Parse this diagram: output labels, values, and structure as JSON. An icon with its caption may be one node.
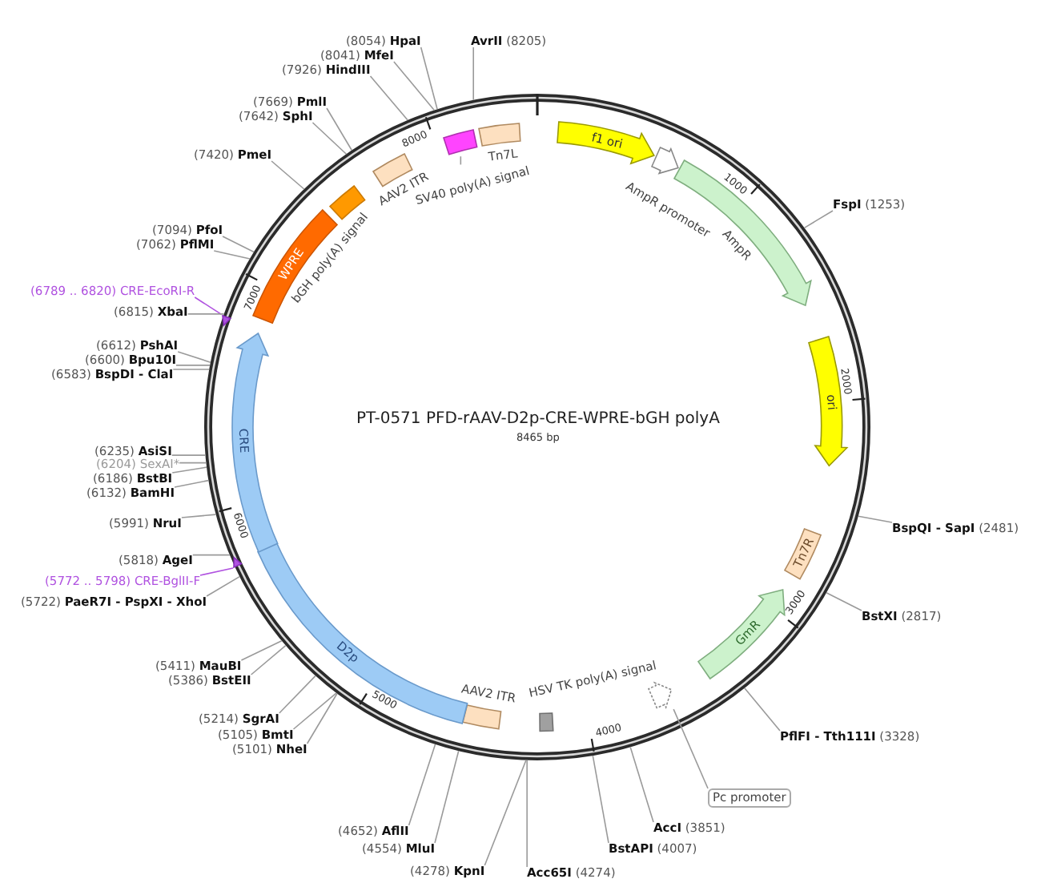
{
  "diagram": {
    "title": "PT-0571 PFD-rAAV-D2p-CRE-WPRE-bGH polyA",
    "nodes": [
      {
        "text": [],
        "shape": "circle"
      },
      {
        "text": [
          "f1 ori"
        ],
        "in": 0
      },
      {
        "text": [
          "AmpR promoter"
        ],
        "in": 0
      },
      {
        "text": [
          "AmpR"
        ],
        "in": 0
      },
      {
        "text": [
          "ori"
        ],
        "in": 0
      },
      {
        "text": [
          "Tn7R"
        ],
        "in": 0
      },
      {
        "text": [
          "GmR"
        ],
        "in": 0
      },
      {
        "text": [],
        "shape": "arrow",
        "in": 0
      },
      {
        "text": [
          "Pc promoter"
        ]
      },
      {
        "text": [
          "HSV TK poly(A) signal"
        ],
        "in": 0
      },
      {
        "text": [
          "AAV2 ITR"
        ],
        "in": 0
      },
      {
        "text": [
          "D2p"
        ],
        "in": 0
      },
      {
        "text": [
          "CRE"
        ],
        "in": 0
      },
      {
        "text": [
          "WPRE"
        ],
        "in": 0
      },
      {
        "text": [
          "bGH poly(A) signal"
        ],
        "in": 0
      },
      {
        "text": [
          "AAV2 ITR"
        ],
        "in": 0
      },
      {
        "text": [],
        "shape": "box",
        "in": 0
      },
      {
        "text": [
          "SV40 poly(A) signal"
        ],
        "in": 0
      },
      {
        "text": [
          "Tn7L"
        ],
        "in": 0
      },
      {
        "text": [
          "**FspI** (1253)"
        ]
      },
      {
        "text": [
          "**BspQI - SapI** (2481)"
        ]
      },
      {
        "text": [
          "**BstXI** (2817)"
        ]
      },
      {
        "text": [
          "**PflFI - Tth111I** (3328)"
        ]
      },
      {
        "text": [
          "**AccI** (3851)"
        ]
      },
      {
        "text": [
          "**BstAPI** (4007)"
        ]
      },
      {
        "text": [
          "**Acc65I** (4274)"
        ]
      },
      {
        "text": [
          "(4278) **KpnI**"
        ]
      },
      {
        "text": [
          "(4554) **MluI**"
        ]
      },
      {
        "text": [
          "(4652) **AflII**"
        ]
      },
      {
        "text": [
          "(5101) **NheI**"
        ]
      },
      {
        "text": [
          "(5105) **BmtI**"
        ]
      },
      {
        "text": [
          "(5214) **SgrAI**"
        ]
      },
      {
        "text": [
          "(5386) **BstEII**"
        ]
      },
      {
        "text": [
          "(5411) **MauBI**"
        ]
      },
      {
        "text": [
          "(5722) **PaeR7I - PspXI - XhoI**"
        ]
      },
      {
        "text": [
          "(5772 .. 5798) CRE-BglII-F"
        ]
      },
      {
        "text": [],
        "shape": "arrow",
        "in": 0
      },
      {
        "text": [
          "(5818) **AgeI**"
        ]
      },
      {
        "text": [
          "(5991) **NruI**"
        ]
      },
      {
        "text": [
          "(6132) **BamHI**"
        ]
      },
      {
        "text": [
          "(6186) **BstBI**"
        ]
      },
      {
        "text": [
          "(6204) SexAI*"
        ]
      },
      {
        "text": [
          "(6235) **AsiSI**"
        ]
      },
      {
        "text": [
          "(6583) **BspDI - ClaI**"
        ]
      },
      {
        "text": [
          "(6600) **Bpu10I**"
        ]
      },
      {
        "text": [
          "(6612) **PshAI**"
        ]
      },
      {
        "text": [
          "(6789 .. 6820) CRE-EcoRI-R"
        ]
      },
      {
        "text": [],
        "shape": "arrow",
        "in": 0
      },
      {
        "text": [
          "(6815) **XbaI**"
        ]
      },
      {
        "text": [
          "(7062) **PflMI**"
        ]
      },
      {
        "text": [
          "(7094) **PfoI**"
        ]
      },
      {
        "text": [
          "(7420) **PmeI**"
        ]
      },
      {
        "text": [
          "(7642) **SphI**"
        ]
      },
      {
        "text": [
          "(7669) **PmlI**"
        ]
      },
      {
        "text": [
          "(7926) **HindIII**"
        ]
      },
      {
        "text": [
          "(8041) **MfeI**"
        ]
      },
      {
        "text": [
          "(8054) **HpaI**"
        ]
      },
      {
        "text": [
          "**AvrII** (8205)"
        ]
      }
    ],
    "edges": [
      {
        "from": 8,
        "to": 7,
        "arrow": "none"
      },
      {
        "from": 17,
        "to": 16,
        "arrow": "none"
      },
      {
        "from": 19,
        "to": 0,
        "arrow": "none"
      },
      {
        "from": 20,
        "to": 0,
        "arrow": "none"
      },
      {
        "from": 21,
        "to": 0,
        "arrow": "none"
      },
      {
        "from": 22,
        "to": 0,
        "arrow": "none"
      },
      {
        "from": 23,
        "to": 0,
        "arrow": "none"
      },
      {
        "from": 24,
        "to": 0,
        "arrow": "none"
      },
      {
        "from": 25,
        "to": 0,
        "arrow": "none"
      },
      {
        "from": 26,
        "to": 0,
        "arrow": "none"
      },
      {
        "from": 27,
        "to": 0,
        "arrow": "none"
      },
      {
        "from": 28,
        "to": 0,
        "arrow": "none"
      },
      {
        "from": 29,
        "to": 0,
        "arrow": "none"
      },
      {
        "from": 30,
        "to": 0,
        "arrow": "none"
      },
      {
        "from": 31,
        "to": 0,
        "arrow": "none"
      },
      {
        "from": 32,
        "to": 0,
        "arrow": "none"
      },
      {
        "from": 33,
        "to": 0,
        "arrow": "none"
      },
      {
        "from": 34,
        "to": 0,
        "arrow": "none"
      },
      {
        "from": 35,
        "to": 36,
        "arrow": "none",
        "color": "#b052e0"
      },
      {
        "from": 37,
        "to": 0,
        "arrow": "none"
      },
      {
        "from": 38,
        "to": 0,
        "arrow": "none"
      },
      {
        "from": 39,
        "to": 0,
        "arrow": "none"
      },
      {
        "from": 40,
        "to": 0,
        "arrow": "none"
      },
      {
        "from": 41,
        "to": 0,
        "arrow": "none"
      },
      {
        "from": 42,
        "to": 0,
        "arrow": "none"
      },
      {
        "from": 43,
        "to": 0,
        "arrow": "none"
      },
      {
        "from": 44,
        "to": 0,
        "arrow": "none"
      },
      {
        "from": 45,
        "to": 0,
        "arrow": "none"
      },
      {
        "from": 46,
        "to": 47,
        "arrow": "none",
        "color": "#b052e0"
      },
      {
        "from": 48,
        "to": 0,
        "arrow": "none"
      },
      {
        "from": 49,
        "to": 0,
        "arrow": "none"
      },
      {
        "from": 50,
        "to": 0,
        "arrow": "none"
      },
      {
        "from": 51,
        "to": 0,
        "arrow": "none"
      },
      {
        "from": 52,
        "to": 0,
        "arrow": "none"
      },
      {
        "from": 53,
        "to": 0,
        "arrow": "none"
      },
      {
        "from": 54,
        "to": 0,
        "arrow": "none"
      },
      {
        "from": 55,
        "to": 0,
        "arrow": "none"
      },
      {
        "from": 56,
        "to": 0,
        "arrow": "none"
      },
      {
        "from": 57,
        "to": 0,
        "arrow": "none"
      }
    ],
    "labels": [
      "8465 bp",
      "1000",
      "2000",
      "3000",
      "4000",
      "5000",
      "6000",
      "7000",
      "8000"
    ]
  }
}
